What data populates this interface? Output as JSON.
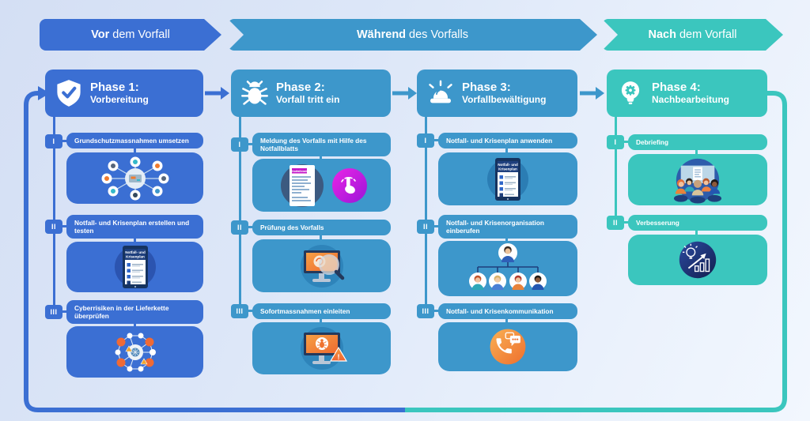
{
  "banners": [
    {
      "bold": "Vor",
      "rest": "dem Vorfall"
    },
    {
      "bold": "Während",
      "rest": "des Vorfalls"
    },
    {
      "bold": "Nach",
      "rest": "dem Vorfall"
    }
  ],
  "phases": [
    {
      "title": "Phase 1:",
      "subtitle": "Vorbereitung",
      "icon": "shield-check-icon",
      "items": [
        {
          "numeral": "I",
          "label": "Grundschutzmassnahmen umsetzen",
          "illustration": "connected-devices"
        },
        {
          "numeral": "II",
          "label": "Notfall- und Krisenplan erstellen und testen",
          "illustration": "crisis-plan-tablet"
        },
        {
          "numeral": "III",
          "label": "Cyberrisiken in der Lieferkette überprüfen",
          "illustration": "supply-chain-network"
        }
      ]
    },
    {
      "title": "Phase 2:",
      "subtitle": "Vorfall tritt ein",
      "icon": "bug-icon",
      "items": [
        {
          "numeral": "I",
          "label": "Meldung des Vorfalls mit Hilfe des Notfallblatts",
          "illustration": "emergency-sheet-report"
        },
        {
          "numeral": "II",
          "label": "Prüfung des Vorfalls",
          "illustration": "incident-analysis-monitor"
        },
        {
          "numeral": "III",
          "label": "Sofortmassnahmen einleiten",
          "illustration": "malware-alert-monitor"
        }
      ]
    },
    {
      "title": "Phase 3:",
      "subtitle": "Vorfallbewältigung",
      "icon": "siren-icon",
      "items": [
        {
          "numeral": "I",
          "label": "Notfall- und Krisenplan anwenden",
          "illustration": "crisis-plan-tablet"
        },
        {
          "numeral": "II",
          "label": "Notfall- und Krisenorganisation einberufen",
          "illustration": "crisis-team-orgchart"
        },
        {
          "numeral": "III",
          "label": "Notfall- und Krisenkommunikation",
          "illustration": "phone-communication"
        }
      ]
    },
    {
      "title": "Phase 4:",
      "subtitle": "Nachbearbeitung",
      "icon": "lightbulb-gear-icon",
      "items": [
        {
          "numeral": "I",
          "label": "Debriefing",
          "illustration": "debriefing-meeting"
        },
        {
          "numeral": "II",
          "label": "Verbesserung",
          "illustration": "improvement-chart"
        }
      ]
    }
  ],
  "embedded_labels": {
    "tablet_line1": "Notfall- und",
    "tablet_line2": "Krisenplan",
    "document_title": "Notfallblatt"
  },
  "colors": {
    "royal_blue": "#3b6fd3",
    "medium_blue": "#3d97cb",
    "teal": "#3bc6be",
    "background_start": "#d4dff4",
    "background_end": "#f2f7fe",
    "accent_magenta": "#d41ae0",
    "accent_orange": "#f28433",
    "dark_navy": "#1e3f7d"
  }
}
